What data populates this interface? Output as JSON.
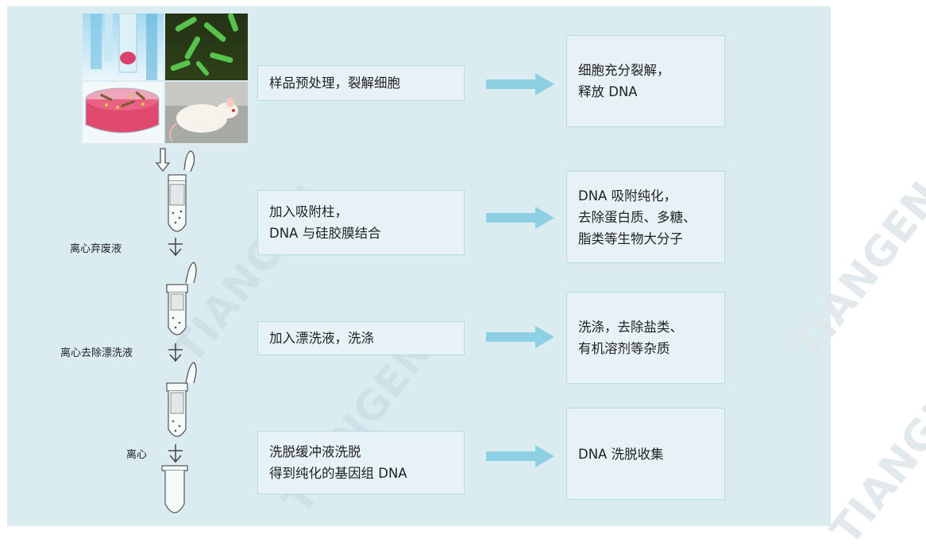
{
  "steps": [
    {
      "process": [
        "样品预处理，裂解细胞"
      ],
      "result": [
        "细胞充分裂解，",
        "释放 DNA"
      ]
    },
    {
      "process": [
        "加入吸附柱，",
        "DNA 与硅胶膜结合"
      ],
      "result": [
        "DNA 吸附纯化，",
        "去除蛋白质、多糖、",
        "脂类等生物大分子"
      ]
    },
    {
      "process": [
        "加入漂洗液，洗涤"
      ],
      "result": [
        "洗涤，去除盐类、",
        "有机溶剂等杂质"
      ]
    },
    {
      "process": [
        "洗脱缓冲液洗脱",
        "得到纯化的基因组 DNA"
      ],
      "result": [
        "DNA 洗脱收集"
      ]
    }
  ],
  "side_labels": [
    "离心弃废液",
    "离心去除漂洗液",
    "离心"
  ],
  "watermark": "TIANGEN",
  "colors": {
    "panel": "#dbecf1",
    "box_border": "#b6dbe6",
    "arrow": "#8dd0e4"
  },
  "icons": [
    "sample-photos",
    "down-arrow-icon",
    "spin-column-icon",
    "centrifuge-arrow-icon",
    "collection-tube-icon"
  ]
}
